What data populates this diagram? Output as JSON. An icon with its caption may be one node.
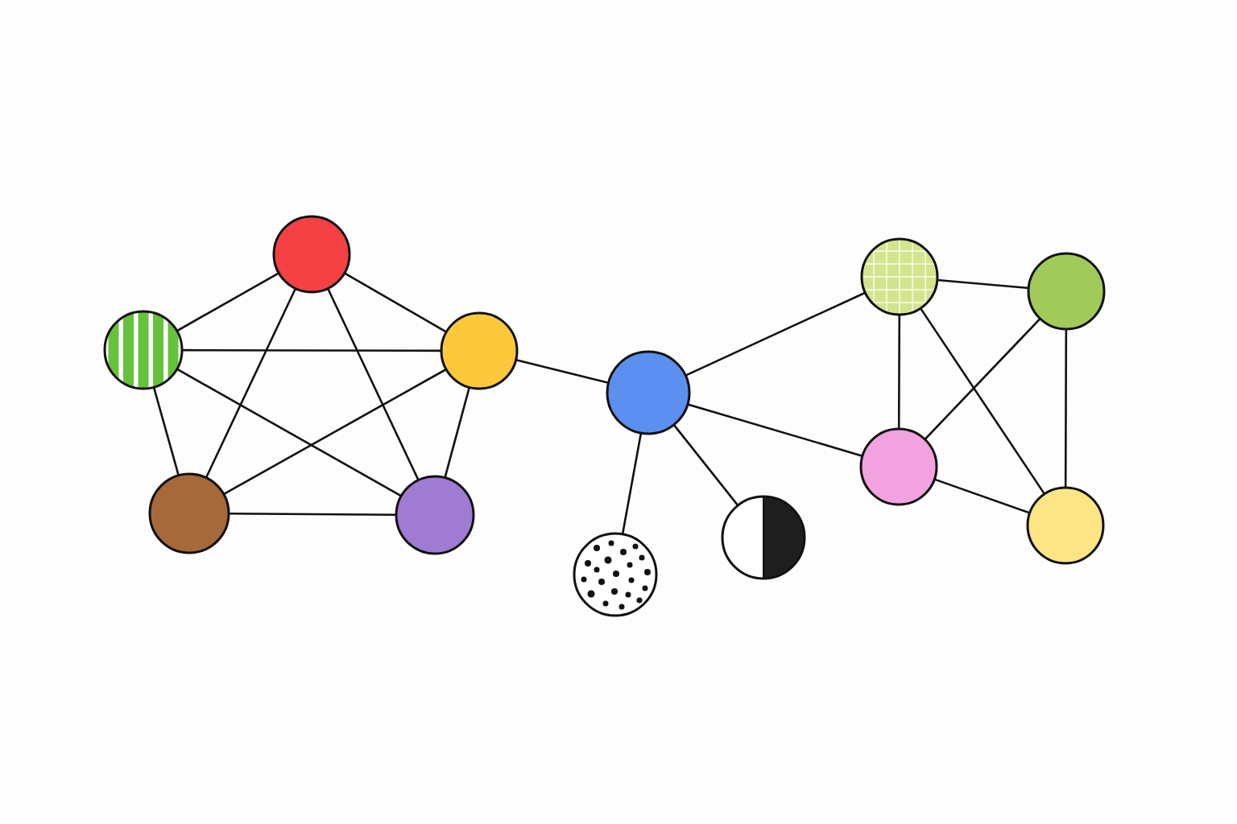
{
  "diagram": {
    "nodes": [
      {
        "text": [],
        "shape": "circle"
      },
      {
        "text": [],
        "shape": "circle"
      },
      {
        "text": [],
        "shape": "circle"
      },
      {
        "text": [],
        "shape": "circle"
      },
      {
        "text": [],
        "shape": "circle"
      },
      {
        "text": [],
        "shape": "circle"
      },
      {
        "text": [],
        "shape": "circle"
      },
      {
        "text": [],
        "shape": "circle"
      },
      {
        "text": [],
        "shape": "circle"
      },
      {
        "text": [],
        "shape": "circle"
      },
      {
        "text": [],
        "shape": "circle"
      },
      {
        "text": [],
        "shape": "circle"
      }
    ],
    "edges": [
      {
        "from": 0,
        "to": 1,
        "arrow": "none"
      },
      {
        "from": 0,
        "to": 2,
        "arrow": "none"
      },
      {
        "from": 0,
        "to": 3,
        "arrow": "none"
      },
      {
        "from": 0,
        "to": 4,
        "arrow": "none"
      },
      {
        "from": 1,
        "to": 2,
        "arrow": "none"
      },
      {
        "from": 1,
        "to": 3,
        "arrow": "none"
      },
      {
        "from": 1,
        "to": 4,
        "arrow": "none"
      },
      {
        "from": 2,
        "to": 3,
        "arrow": "none"
      },
      {
        "from": 2,
        "to": 4,
        "arrow": "none"
      },
      {
        "from": 3,
        "to": 4,
        "arrow": "none"
      },
      {
        "from": 2,
        "to": 5,
        "arrow": "none"
      },
      {
        "from": 5,
        "to": 6,
        "arrow": "none"
      },
      {
        "from": 5,
        "to": 7,
        "arrow": "none"
      },
      {
        "from": 5,
        "to": 8,
        "arrow": "none"
      },
      {
        "from": 5,
        "to": 10,
        "arrow": "none"
      },
      {
        "from": 8,
        "to": 9,
        "arrow": "none"
      },
      {
        "from": 8,
        "to": 10,
        "arrow": "none"
      },
      {
        "from": 8,
        "to": 11,
        "arrow": "none"
      },
      {
        "from": 9,
        "to": 10,
        "arrow": "none"
      },
      {
        "from": 9,
        "to": 11,
        "arrow": "none"
      },
      {
        "from": 10,
        "to": 11,
        "arrow": "none"
      }
    ]
  }
}
